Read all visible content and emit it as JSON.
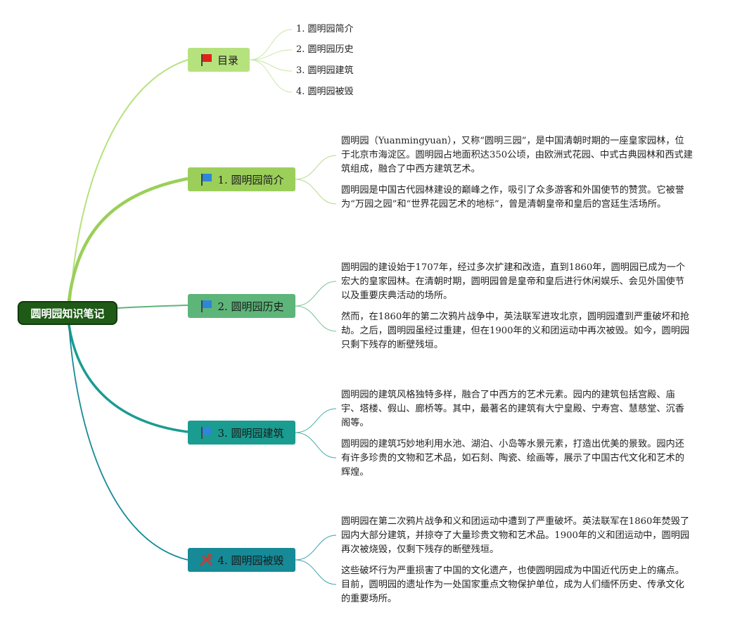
{
  "root": {
    "label": "圆明园知识笔记"
  },
  "branches": [
    {
      "label": "目录",
      "icon": "red-flag-icon",
      "color": "#b6e27e",
      "leaves": [
        "1. 圆明园简介",
        "2. 圆明园历史",
        "3. 圆明园建筑",
        "4. 圆明园被毁"
      ]
    },
    {
      "label": "1. 圆明园简介",
      "icon": "blue-flag-icon",
      "color": "#9bcf5a",
      "paragraphs": [
        "圆明园（Yuanmingyuan），又称“圆明三园”，是中国清朝时期的一座皇家园林，位于北京市海淀区。圆明园占地面积达350公顷，由欧洲式花园、中式古典园林和西式建筑组成，融合了中西方建筑艺术。",
        "圆明园是中国古代园林建设的巅峰之作，吸引了众多游客和外国使节的赞赏。它被誉为“万园之园”和“世界花园艺术的地标”，曾是清朝皇帝和皇后的宫廷生活场所。"
      ]
    },
    {
      "label": "2. 圆明园历史",
      "icon": "blue-flag-icon",
      "color": "#5db57a",
      "paragraphs": [
        "圆明园的建设始于1707年，经过多次扩建和改造，直到1860年，圆明园已成为一个宏大的皇家园林。在清朝时期，圆明园曾是皇帝和皇后进行休闲娱乐、会见外国使节以及重要庆典活动的场所。",
        "然而，在1860年的第二次鸦片战争中，英法联军进攻北京，圆明园遭到严重破坏和抢劫。之后，圆明园虽经过重建，但在1900年的义和团运动中再次被毁。如今，圆明园只剩下残存的断壁残垣。"
      ]
    },
    {
      "label": "3. 圆明园建筑",
      "icon": "blue-flag-icon",
      "color": "#1a9c90",
      "paragraphs": [
        "圆明园的建筑风格独特多样，融合了中西方的艺术元素。园内的建筑包括宫殿、庙宇、塔楼、假山、廊桥等。其中，最著名的建筑有大宁皇殿、宁寿宫、慧慈堂、沉香阁等。",
        "圆明园的建筑巧妙地利用水池、湖泊、小岛等水景元素，打造出优美的景致。园内还有许多珍贵的文物和艺术品，如石刻、陶瓷、绘画等，展示了中国古代文化和艺术的辉煌。"
      ]
    },
    {
      "label": "4. 圆明园被毁",
      "icon": "tools-icon",
      "color": "#168a96",
      "paragraphs": [
        "圆明园在第二次鸦片战争和义和团运动中遭到了严重破坏。英法联军在1860年焚毁了园内大部分建筑，并掠夺了大量珍贵文物和艺术品。1900年的义和团运动中，圆明园再次被烧毁，仅剩下残存的断壁残垣。",
        "这些破坏行为严重损害了中国的文化遗产，也使圆明园成为中国近代历史上的痛点。目前，圆明园的遗址作为一处国家重点文物保护单位，成为人们缅怀历史、传承文化的重要场所。"
      ]
    }
  ]
}
